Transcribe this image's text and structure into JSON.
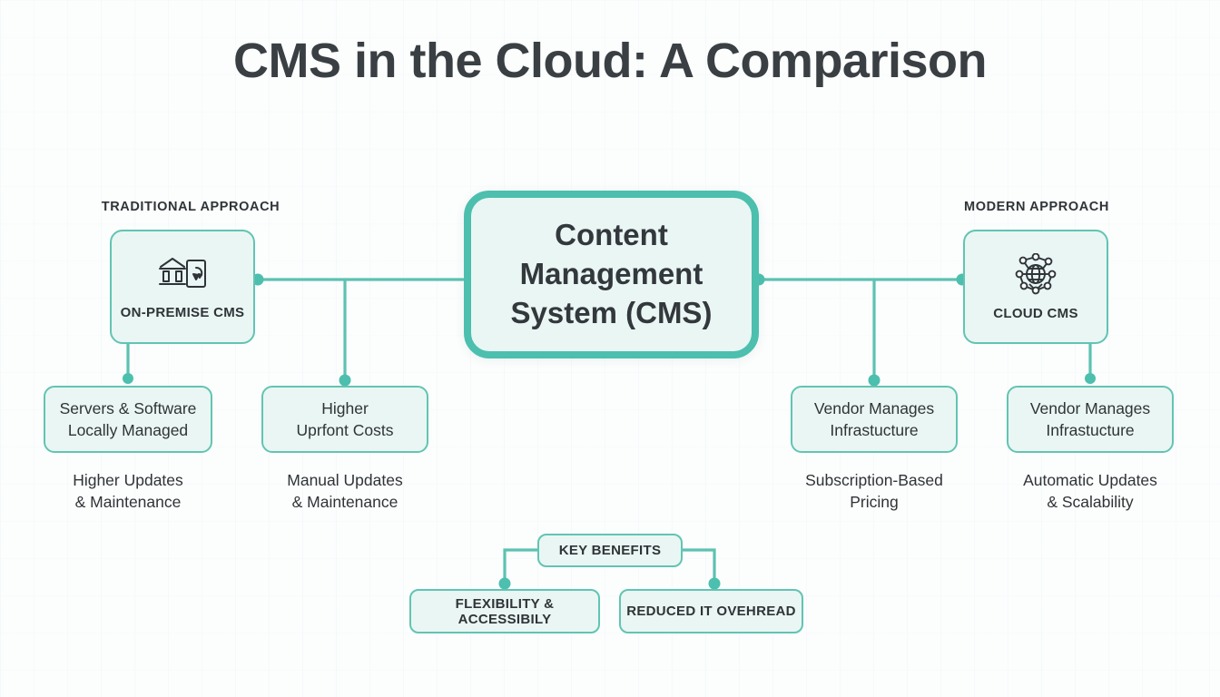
{
  "page": {
    "title": "CMS in the Cloud: A Comparison",
    "accent_color": "#4cbfae",
    "node_border_color": "#62c4b4",
    "node_fill_color": "#eaf6f3",
    "background_color": "#fcfdfd",
    "text_color": "#2f3437"
  },
  "center": {
    "line1": "Content",
    "line2": "Management",
    "line3": "System (CMS)"
  },
  "left": {
    "kicker": "TRADITIONAL APPROACH",
    "approach": {
      "label": "ON-PREMISE CMS",
      "icon": "bank-tablet-icon"
    },
    "boxes": [
      {
        "line1": "Servers & Software",
        "line2": "Locally Managed"
      },
      {
        "line1": "Higher",
        "line2": "Uprfont Costs"
      }
    ],
    "captions": [
      {
        "line1": "Higher Updates",
        "line2": "& Maintenance"
      },
      {
        "line1": "Manual Updates",
        "line2": "& Maintenance"
      }
    ]
  },
  "right": {
    "kicker": "MODERN APPROACH",
    "approach": {
      "label": "CLOUD CMS",
      "icon": "globe-network-icon"
    },
    "boxes": [
      {
        "line1": "Vendor Manages",
        "line2": "Infrastucture"
      },
      {
        "line1": "Vendor Manages",
        "line2": "Infrastucture"
      }
    ],
    "captions": [
      {
        "line1": "Subscription-Based",
        "line2": "Pricing"
      },
      {
        "line1": "Automatic Updates",
        "line2": "& Scalability"
      }
    ]
  },
  "benefits": {
    "header": "KEY BENEFITS",
    "items": [
      "FLEXIBILITY & ACCESSIBILY",
      "REDUCED IT OVEHREAD"
    ]
  }
}
